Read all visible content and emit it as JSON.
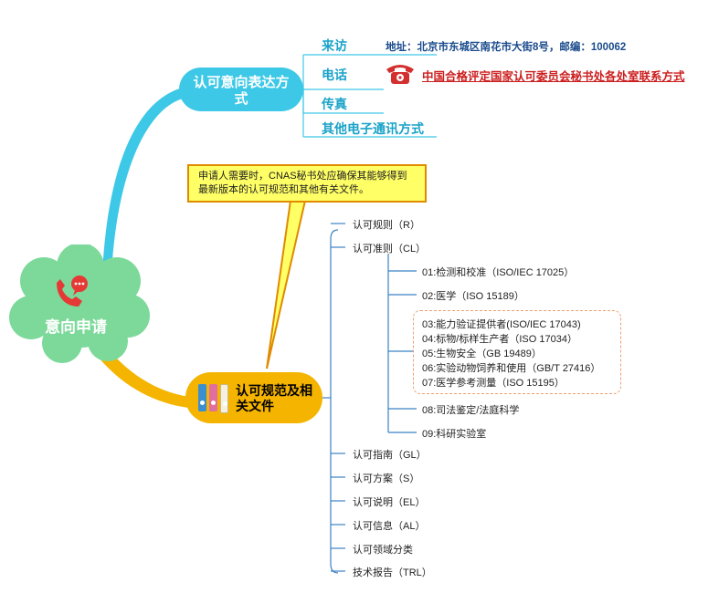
{
  "root": {
    "label": "意向申请",
    "icon": "phone-chat-icon"
  },
  "expression": {
    "label": "认可意向表达方式",
    "branches": [
      "来访",
      "电话",
      "传真",
      "其他电子通讯方式"
    ],
    "address": "地址：北京市东城区南花市大街8号，邮编：100062",
    "hotline": "中国合格评定国家认可委员会秘书处各处室联系方式",
    "hotline_icon": "telephone-icon"
  },
  "documents": {
    "label": "认可规范及相关文件",
    "icon": "binders-icon",
    "note": "申请人需要时，CNAS秘书处应确保其能够得到最新版本的认可规范和其他有关文件。",
    "items": [
      "认可规则（R）",
      "认可准则（CL）",
      "认可指南（GL）",
      "认可方案（S）",
      "认可说明（EL）",
      "认可信息（AL）",
      "认可领域分类",
      "技术报告（TRL）"
    ],
    "criteria": [
      "01:检测和校准（ISO/IEC 17025）",
      "02:医学（ISO 15189）",
      "03:能力验证提供者(ISO/IEC 17043)",
      "04:标物/标样生产者（ISO 17034）",
      "05:生物安全（GB 19489）",
      "06:实验动物饲养和使用（GB/T 27416）",
      "07:医学参考测量（ISO 15195）",
      "08:司法鉴定/法庭科学",
      "09:科研实验室"
    ]
  },
  "colors": {
    "cyan": "#3cc8e6",
    "orange": "#f4b400",
    "green": "#7cd99a",
    "hotline_red": "#cc1f1f"
  }
}
